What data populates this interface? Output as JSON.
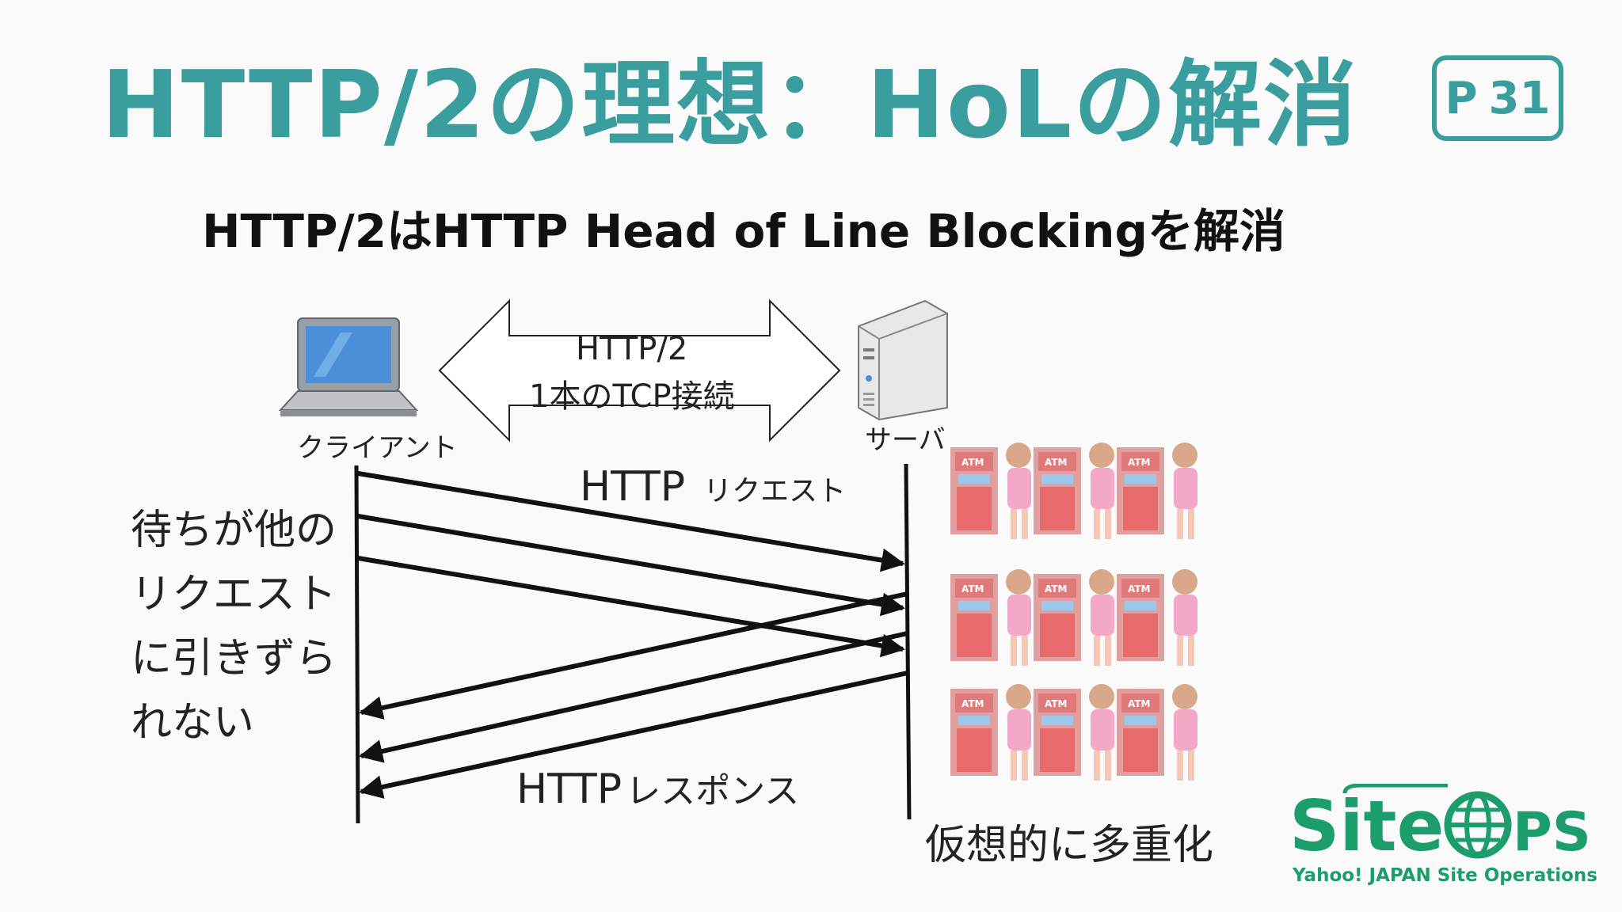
{
  "title": "HTTP/2の理想：HoLの解消",
  "page": {
    "prefix": "P",
    "number": "31"
  },
  "subtitle": "HTTP/2はHTTP Head of Line Blockingを解消",
  "diagram": {
    "client_label": "クライアント",
    "server_label": "サーバ",
    "connection_line1": "HTTP/2",
    "connection_line2": "1本のTCP接続",
    "request_label_main": "HTTP",
    "request_label_sub": "リクエスト",
    "response_label_main": "HTTP",
    "response_label_sub": "レスポンス",
    "side_text": [
      "待ちが他の",
      "リクエスト",
      "に引きずら",
      "れない"
    ],
    "multiplex_label": "仮想的に多重化",
    "atm_text": "ATM"
  },
  "logo": {
    "text": "SiteOps",
    "subtext": "Yahoo! JAPAN  Site Operations"
  },
  "colors": {
    "accent": "#3a9e9f",
    "logo": "#1b9e6b",
    "atm_booth": "#e07a7a",
    "person": "#f3a9c6"
  }
}
